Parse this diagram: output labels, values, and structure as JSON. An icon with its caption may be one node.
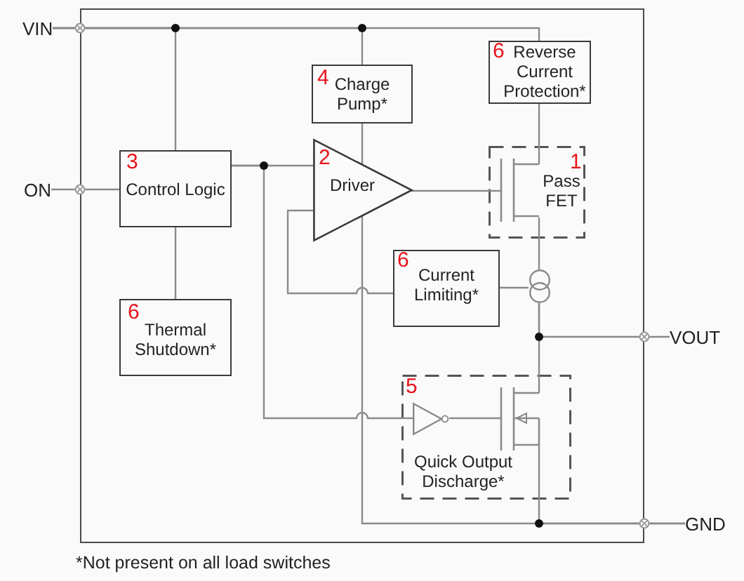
{
  "diagram": {
    "nodes": [
      {
        "text": [],
        "shape": "box"
      },
      {
        "text": [
          "VIN"
        ]
      },
      {
        "text": [
          "4",
          "Charge Pump*"
        ],
        "in": 0
      },
      {
        "text": [
          "6",
          "Reverse Current Protection*"
        ],
        "in": 0
      },
      {
        "text": [
          "ON"
        ]
      },
      {
        "text": [
          "3",
          "Control Logic"
        ],
        "in": 0
      },
      {
        "text": [
          "2",
          "Driver"
        ],
        "in": 0
      },
      {
        "text": [
          "1",
          "Pass FET"
        ],
        "in": 0
      },
      {
        "text": [
          "6",
          "Current Limiting*"
        ],
        "in": 0
      },
      {
        "text": [],
        "shape": "circle",
        "in": 0
      },
      {
        "text": [
          "6",
          "Thermal Shutdown*"
        ],
        "in": 0
      },
      {
        "text": [
          "VOUT"
        ]
      },
      {
        "text": [
          "5",
          "Quick Output Discharge*"
        ],
        "in": 0
      },
      {
        "text": [
          "GND"
        ]
      }
    ],
    "edges": [
      {
        "from": 1,
        "to": 5,
        "arrow": "none"
      },
      {
        "from": 1,
        "to": 2,
        "arrow": "none"
      },
      {
        "from": 1,
        "to": 3,
        "arrow": "none"
      },
      {
        "from": 4,
        "to": 5,
        "arrow": "none"
      },
      {
        "from": 2,
        "to": 6,
        "arrow": "none"
      },
      {
        "from": 3,
        "to": 7,
        "arrow": "none"
      },
      {
        "from": 5,
        "to": 6,
        "arrow": "none"
      },
      {
        "from": 6,
        "to": 7,
        "arrow": "none"
      },
      {
        "from": 8,
        "to": 6,
        "arrow": "none"
      },
      {
        "from": 5,
        "to": 10,
        "arrow": "none"
      },
      {
        "from": 8,
        "to": 9,
        "arrow": "none"
      },
      {
        "from": 7,
        "to": 9,
        "arrow": "none"
      },
      {
        "from": 9,
        "to": 11,
        "arrow": "none"
      },
      {
        "from": 5,
        "to": 12,
        "arrow": "none"
      },
      {
        "from": 9,
        "to": 12,
        "arrow": "none"
      },
      {
        "from": 12,
        "to": 13,
        "arrow": "none"
      },
      {
        "from": 6,
        "to": 13,
        "arrow": "none"
      }
    ],
    "labels": [
      "*Not present on all load switches"
    ]
  }
}
